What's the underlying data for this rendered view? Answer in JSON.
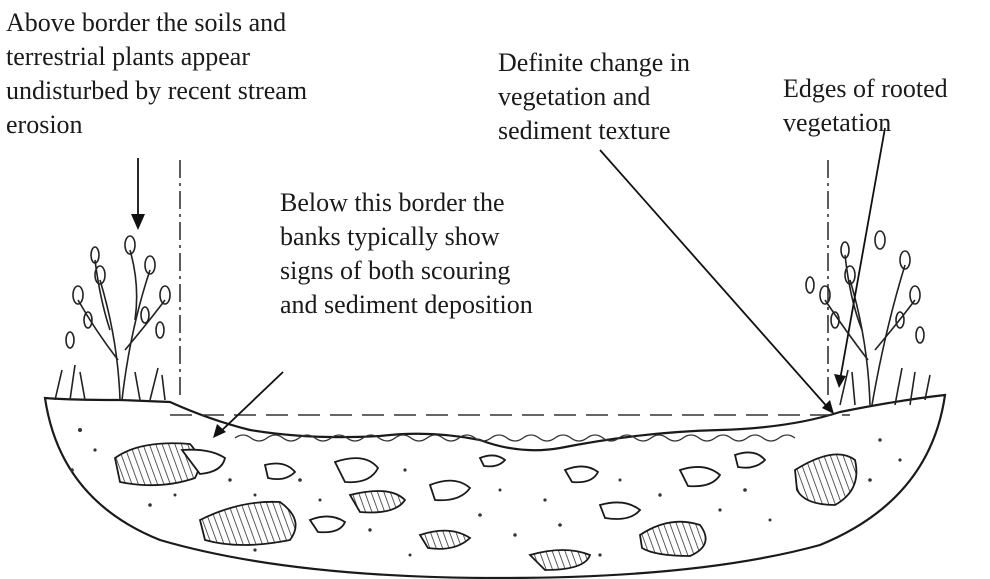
{
  "labels": {
    "above_border": [
      "Above border the soils and",
      "terrestrial plants appear",
      "undisturbed by recent stream",
      "erosion"
    ],
    "below_border": [
      "Below this border the",
      "banks typically show",
      "signs of both scouring",
      "and sediment deposition"
    ],
    "definite_change": [
      "Definite change in",
      "vegetation and",
      "sediment texture"
    ],
    "edges_rooted": [
      "Edges of rooted",
      "vegetation"
    ]
  }
}
